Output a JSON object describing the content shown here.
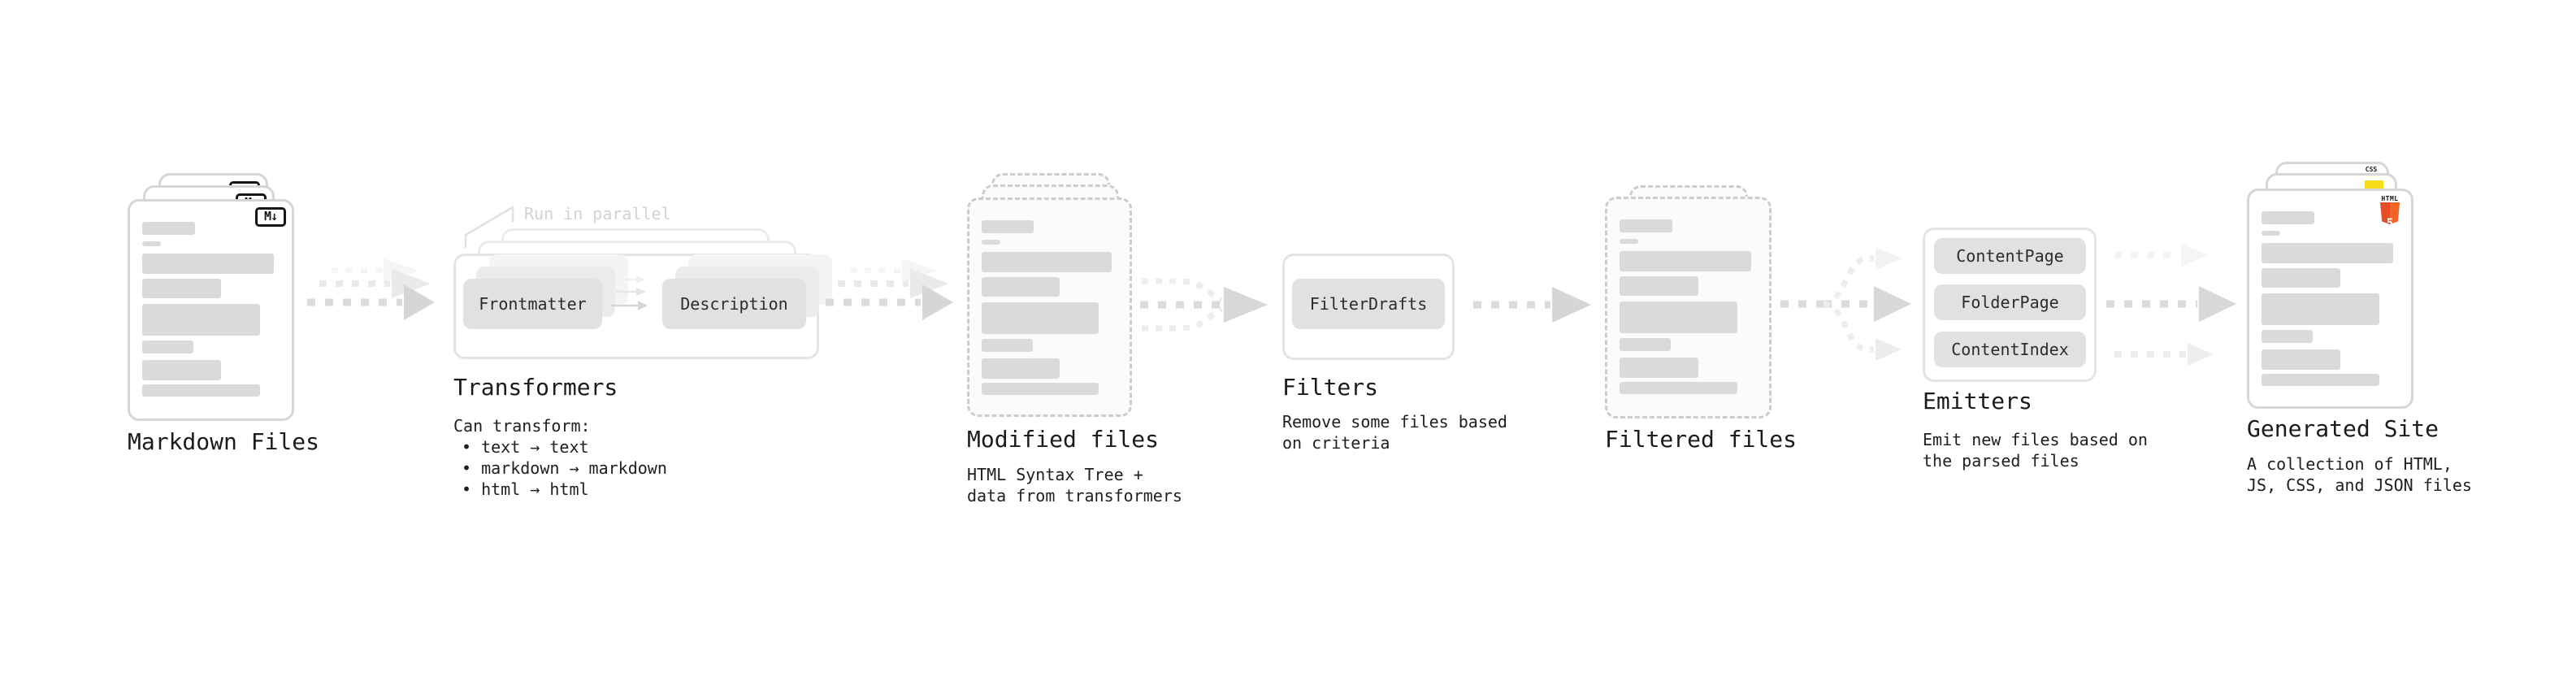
{
  "nodes": {
    "markdown_files": {
      "label": "Markdown Files",
      "badge": "M↓"
    },
    "transformers": {
      "title": "Transformers",
      "note": "Run in parallel",
      "box_left": "Frontmatter",
      "box_right": "Description",
      "desc_heading": "Can transform:",
      "bullets": [
        "• text → text",
        "• markdown → markdown",
        "• html → html"
      ]
    },
    "modified_files": {
      "label": "Modified files",
      "desc": [
        "HTML Syntax Tree +",
        "data from transformers"
      ]
    },
    "filters": {
      "title": "Filters",
      "box": "FilterDrafts",
      "desc": [
        "Remove some files based",
        "on criteria"
      ]
    },
    "filtered_files": {
      "label": "Filtered files"
    },
    "emitters": {
      "title": "Emitters",
      "boxes": [
        "ContentPage",
        "FolderPage",
        "ContentIndex"
      ],
      "desc": [
        "Emit new files based on",
        "the parsed files"
      ]
    },
    "generated_site": {
      "label": "Generated Site",
      "desc": [
        "A collection of HTML,",
        "JS, CSS, and JSON files"
      ],
      "css_badge": "CSS",
      "html_badge_label": "HTML",
      "html_badge_number": "5"
    }
  },
  "doc_rows": [
    [
      39,
      16,
      0
    ],
    [
      14,
      6,
      8
    ],
    [
      97,
      25,
      9
    ],
    [
      58,
      24,
      6
    ],
    [
      87,
      39,
      7
    ],
    [
      38,
      16,
      6
    ],
    [
      58,
      25,
      8
    ],
    [
      87,
      15,
      5
    ]
  ],
  "colors": {
    "html5_orange": "#e44d26",
    "html5_orange_light": "#f16529",
    "js_yellow": "#f5de19",
    "css_blue": "#2d53e5",
    "arrow_gray": "#dbdbdb",
    "arrow_ghost": "#ececec",
    "box_gray": "#e1e1e1"
  }
}
